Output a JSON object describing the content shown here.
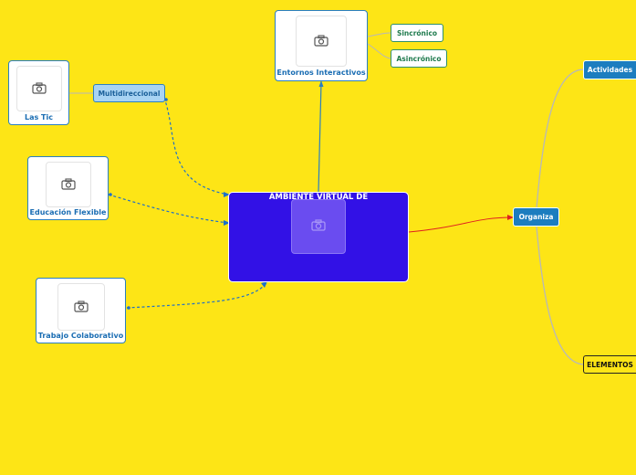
{
  "central": {
    "label": "AMBIENTE VIRTUAL DE APRENZAJE"
  },
  "topics": {
    "entornos": "Entornos Interactivos",
    "las_tic": "Las Tic",
    "educacion": "Educación Flexible",
    "trabajo": "Trabajo Colaborativo"
  },
  "subtopics": {
    "sincronico": "Sincrónico",
    "asincronico": "Asincrónico",
    "multidireccional": "Multidireccional",
    "organiza": "Organiza",
    "actividades": "Actividades",
    "elementos": "ELEMENTOS"
  },
  "colors": {
    "background": "#fde516",
    "central_fill": "#3211e6",
    "card_border": "#2a7fc1",
    "solid_link": "#2a7fc1",
    "dashed_link": "#1e6fc8",
    "red_link": "#e02020",
    "gray_link": "#b8b8b8",
    "green_border": "#2e8f6b"
  },
  "icons": {
    "photo_placeholder": "camera-icon"
  }
}
